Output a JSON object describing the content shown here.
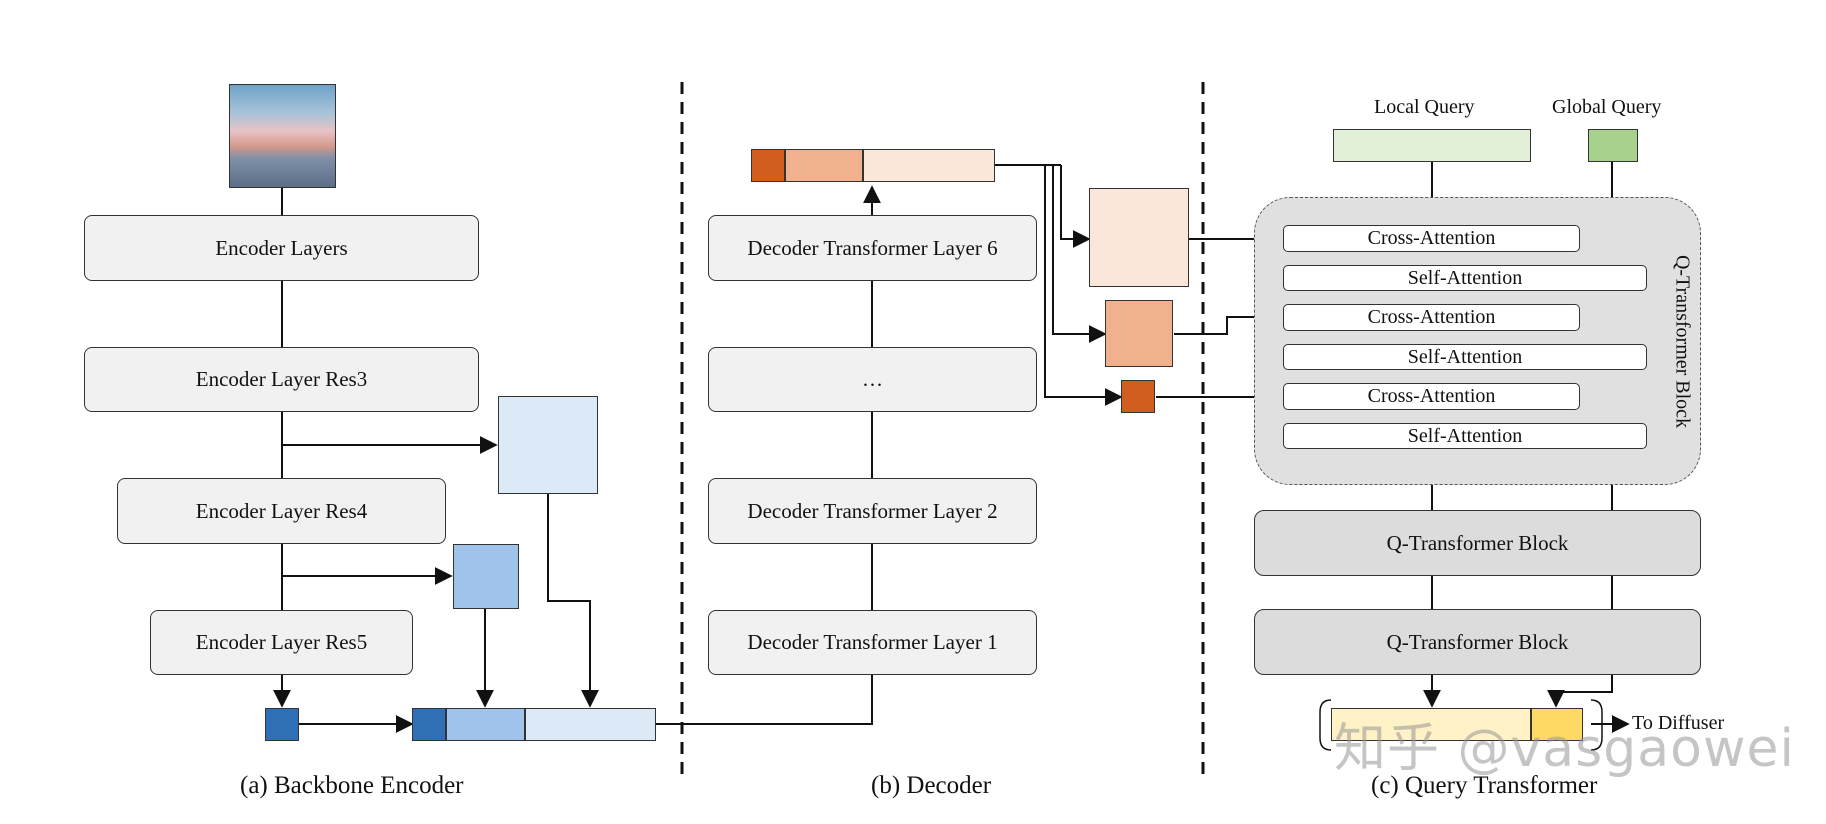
{
  "encoder": {
    "layers": [
      "Encoder Layers",
      "Encoder Layer Res3",
      "Encoder Layer Res4",
      "Encoder Layer Res5"
    ],
    "caption": "(a) Backbone Encoder"
  },
  "decoder": {
    "layers": [
      "Decoder Transformer Layer 6",
      "…",
      "Decoder Transformer Layer 2",
      "Decoder Transformer Layer 1"
    ],
    "caption": "(b) Decoder"
  },
  "query_transformer": {
    "local_query": "Local Query",
    "global_query": "Global Query",
    "attention_layers": [
      "Cross-Attention",
      "Self-Attention",
      "Cross-Attention",
      "Self-Attention",
      "Cross-Attention",
      "Self-Attention"
    ],
    "group_label": "Q-Transformer Block",
    "blocks": [
      "Q-Transformer Block",
      "Q-Transformer Block"
    ],
    "output_label": "To Diffuser",
    "caption": "(c) Query Transformer"
  },
  "watermark": "知乎 @vasgaowei",
  "colors": {
    "blue_dark": "#2f6fb5",
    "blue_mid": "#9fc3ea",
    "blue_light": "#dce9f7",
    "orange_dark": "#d15e1e",
    "orange_mid": "#f2b18d",
    "orange_light": "#fbe6da",
    "green_light": "#e2f0d9",
    "green_mid": "#a9d18e",
    "yellow_light": "#fff2c6",
    "yellow_mid": "#ffd966"
  }
}
